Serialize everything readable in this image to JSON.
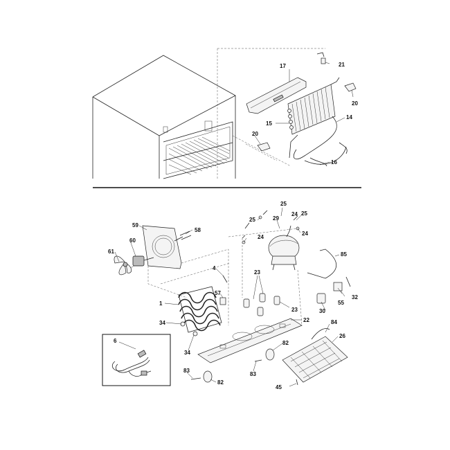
{
  "callouts": {
    "c21": "21",
    "c17": "17",
    "c20a": "20",
    "c14": "14",
    "c15": "15",
    "c20b": "20",
    "c16": "16",
    "c25a": "25",
    "c25b": "25",
    "c25c": "25",
    "c29": "29",
    "c24a": "24",
    "c24b": "24",
    "c24c": "24",
    "c59": "59",
    "c58": "58",
    "c60": "60",
    "c61": "61",
    "c85": "85",
    "c4": "4",
    "c23a": "23",
    "c23b": "23",
    "c1": "1",
    "c57": "57",
    "c55": "55",
    "c32": "32",
    "c30": "30",
    "c22": "22",
    "c34a": "34",
    "c34b": "34",
    "c84": "84",
    "c6": "6",
    "c26": "26",
    "c82a": "82",
    "c82b": "82",
    "c83a": "83",
    "c83b": "83",
    "c45": "45"
  }
}
